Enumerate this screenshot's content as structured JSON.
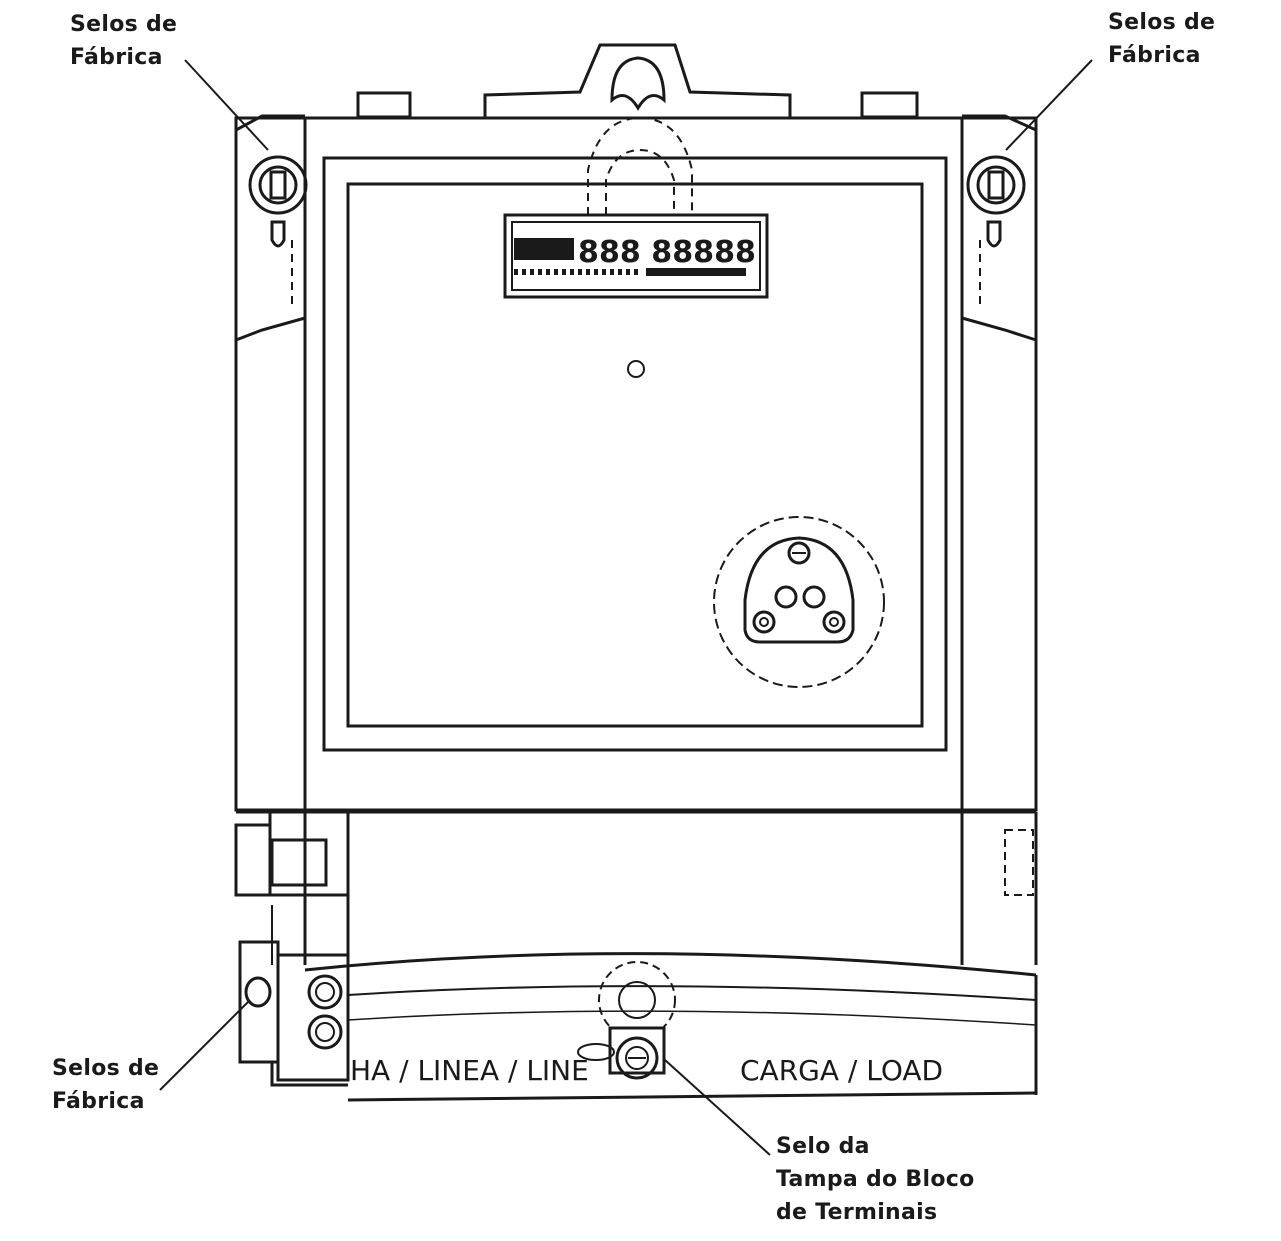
{
  "callouts": {
    "top_left": [
      "Selos de",
      "Fábrica"
    ],
    "top_right": [
      "Selos de",
      "Fábrica"
    ],
    "bottom_left": [
      "Selos de",
      "Fábrica"
    ],
    "bottom_center": [
      "Selo da",
      "Tampa do Bloco",
      "de Terminais"
    ]
  },
  "terminal_labels": {
    "line": "HA / LINEA / LINE",
    "load": "CARGA / LOAD"
  },
  "display": {
    "digits": "888 88888"
  },
  "colors": {
    "ink": "#1a1a1a",
    "background": "#ffffff",
    "display_fill": "#bdbdbd"
  }
}
